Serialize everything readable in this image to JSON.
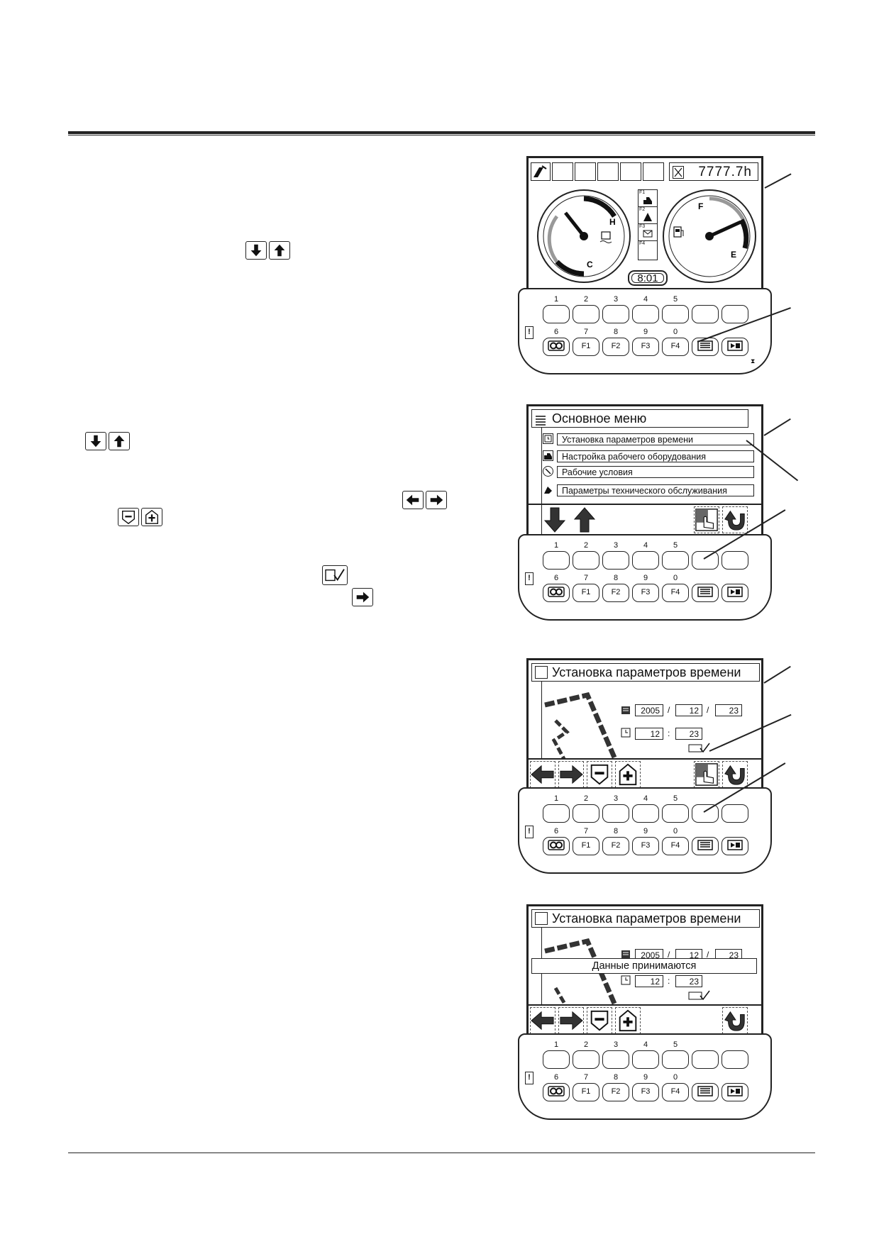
{
  "panel1": {
    "hours": "7777.7h",
    "clock": "8:01",
    "gauge_temp_hot": "H",
    "gauge_temp_cold": "C",
    "gauge_fuel_full": "F",
    "gauge_fuel_empty": "E",
    "mini_labels": [
      "F1",
      "F2",
      "F3",
      "F4"
    ]
  },
  "keypad": {
    "top_numbers": [
      "1",
      "2",
      "3",
      "4",
      "5"
    ],
    "bottom_numbers": [
      "6",
      "7",
      "8",
      "9",
      "0"
    ],
    "f_keys": [
      "F1",
      "F2",
      "F3",
      "F4"
    ],
    "excl": "!"
  },
  "panel2": {
    "title": "Основное меню",
    "items": [
      "Установка параметров времени",
      "Настройка рабочего оборудования",
      "Рабочие условия",
      "Параметры технического обслуживания"
    ]
  },
  "panel3": {
    "title": "Установка параметров времени",
    "year": "2005",
    "month": "12",
    "day": "23",
    "hour": "12",
    "minute": "23",
    "date_sep": "/",
    "time_sep": ":"
  },
  "panel4": {
    "title": "Установка параметров времени",
    "year": "2005",
    "month": "12",
    "day": "23",
    "hour": "12",
    "minute": "23",
    "notice": "Данные принимаются",
    "date_sep": "/",
    "time_sep": ":"
  }
}
